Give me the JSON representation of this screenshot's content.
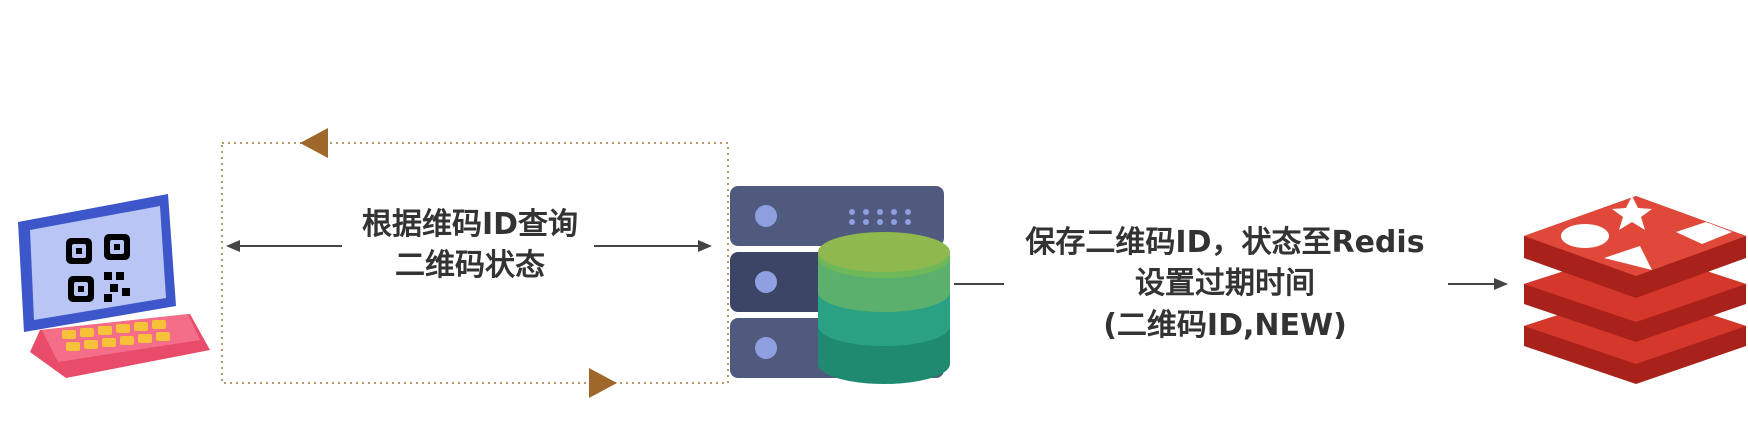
{
  "left_label": {
    "line1": "根据维码ID查询",
    "line2": "二维码状态"
  },
  "right_label": {
    "line1": "保存二维码ID，状态至Redis",
    "line2": "设置过期时间",
    "line3": "(二维码ID,NEW)"
  },
  "icons": {
    "client": "laptop-qr-code-icon",
    "server": "server-database-icon",
    "cache": "redis-icon"
  },
  "colors": {
    "text": "#333333",
    "dotted_border": "#b89a6a",
    "arrowhead": "#a0672a",
    "redis_red": "#d6372b",
    "server_slate": "#4f5a7e",
    "db_top": "#8fb84e",
    "db_mid": "#3aa98a",
    "db_bottom": "#1f8a70"
  }
}
